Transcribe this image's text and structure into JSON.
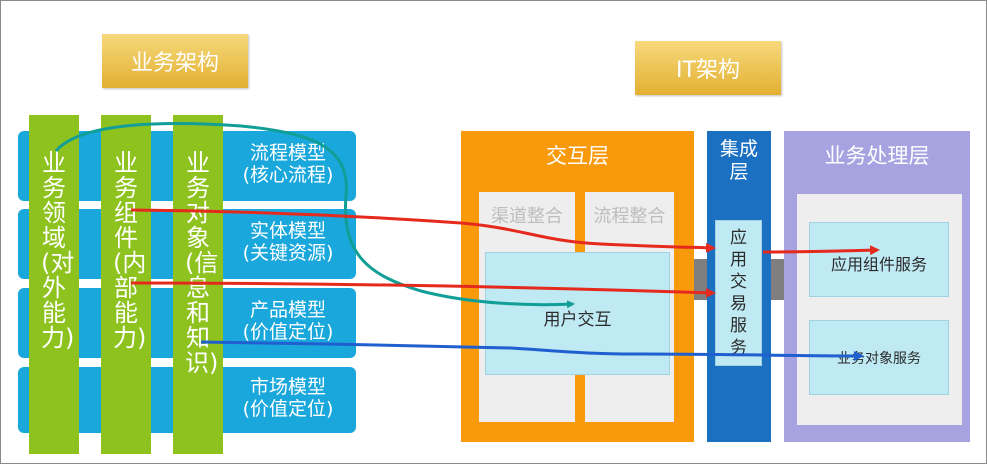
{
  "headers": {
    "business_arch": "业务架构",
    "it_arch": "IT架构"
  },
  "models": [
    {
      "line1": "流程模型",
      "line2": "(核心流程)"
    },
    {
      "line1": "实体模型",
      "line2": "(关键资源)"
    },
    {
      "line1": "产品模型",
      "line2": "(价值定位)"
    },
    {
      "line1": "市场模型",
      "line2": "(价值定位)"
    }
  ],
  "business_columns": [
    {
      "text": "业务领域(对外能力)"
    },
    {
      "text": "业务组件(内部能力)"
    },
    {
      "text": "业务对象(信息和知识)"
    }
  ],
  "interaction_layer": {
    "title": "交互层",
    "channel": "渠道整合",
    "process": "流程整合",
    "user": "用户交互"
  },
  "integration_layer": {
    "title": "集成层",
    "service": "应用交易服务"
  },
  "business_layer": {
    "title": "业务处理层",
    "component_service": "应用组件服务",
    "object_service": "业务对象服务"
  },
  "colors": {
    "arrow_teal": "#109e96",
    "arrow_red": "#e52a1d",
    "arrow_blue": "#1f5fcf",
    "model_blue": "#1aa7dc",
    "column_green": "#8dc21f",
    "interaction_orange": "#f89a0c",
    "integration_blue": "#1b70c2",
    "business_purple": "#a6a3e0"
  }
}
